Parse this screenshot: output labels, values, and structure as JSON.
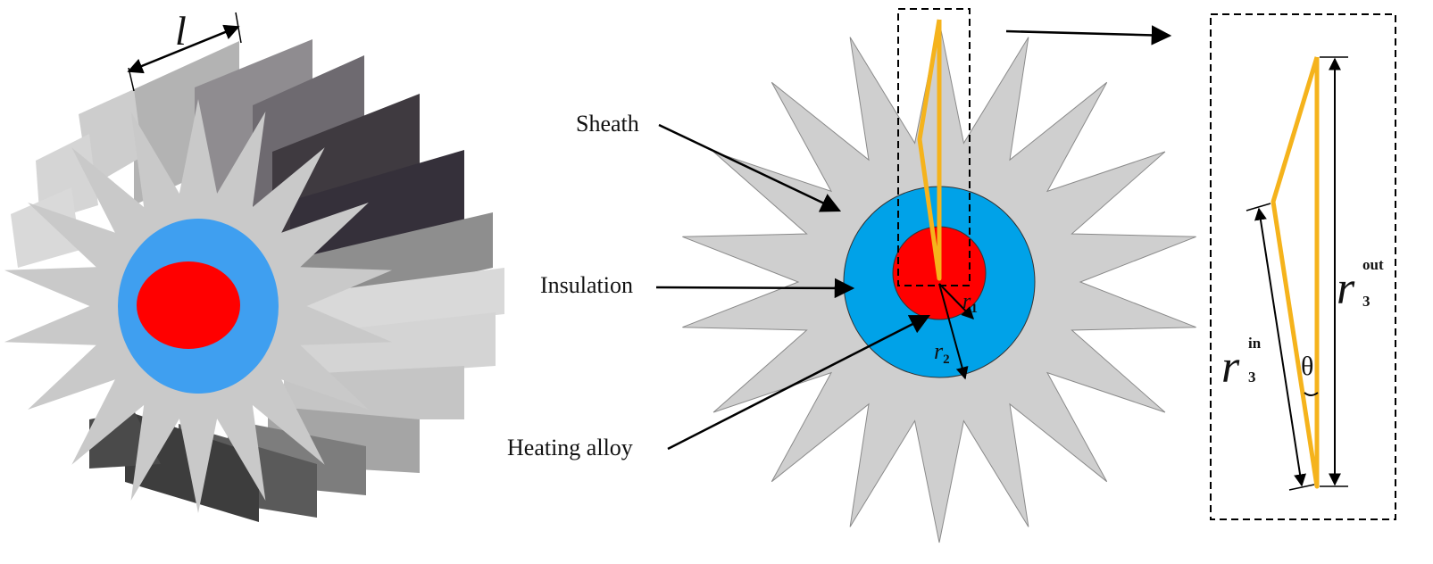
{
  "labels": {
    "sheath": "Sheath",
    "insulation": "Insulation",
    "heating_alloy": "Heating alloy",
    "fin_length": "l",
    "r1_symbol": "r",
    "r1_sub": "1",
    "r2_symbol": "r",
    "r2_sub": "2",
    "r3_in_symbol": "r",
    "r3_in_sub": "3",
    "r3_in_sup": "in",
    "r3_out_symbol": "r",
    "r3_out_sub": "3",
    "r3_out_sup": "out",
    "theta": "θ"
  },
  "colors": {
    "sheath": "#cfcfcf",
    "insulation": "#00a2e8",
    "insulation_3d": "#3f9ff0",
    "heating_alloy": "#ff0000",
    "fin_highlight": "#f5b31c",
    "line": "#000000"
  },
  "fin_count": 18
}
